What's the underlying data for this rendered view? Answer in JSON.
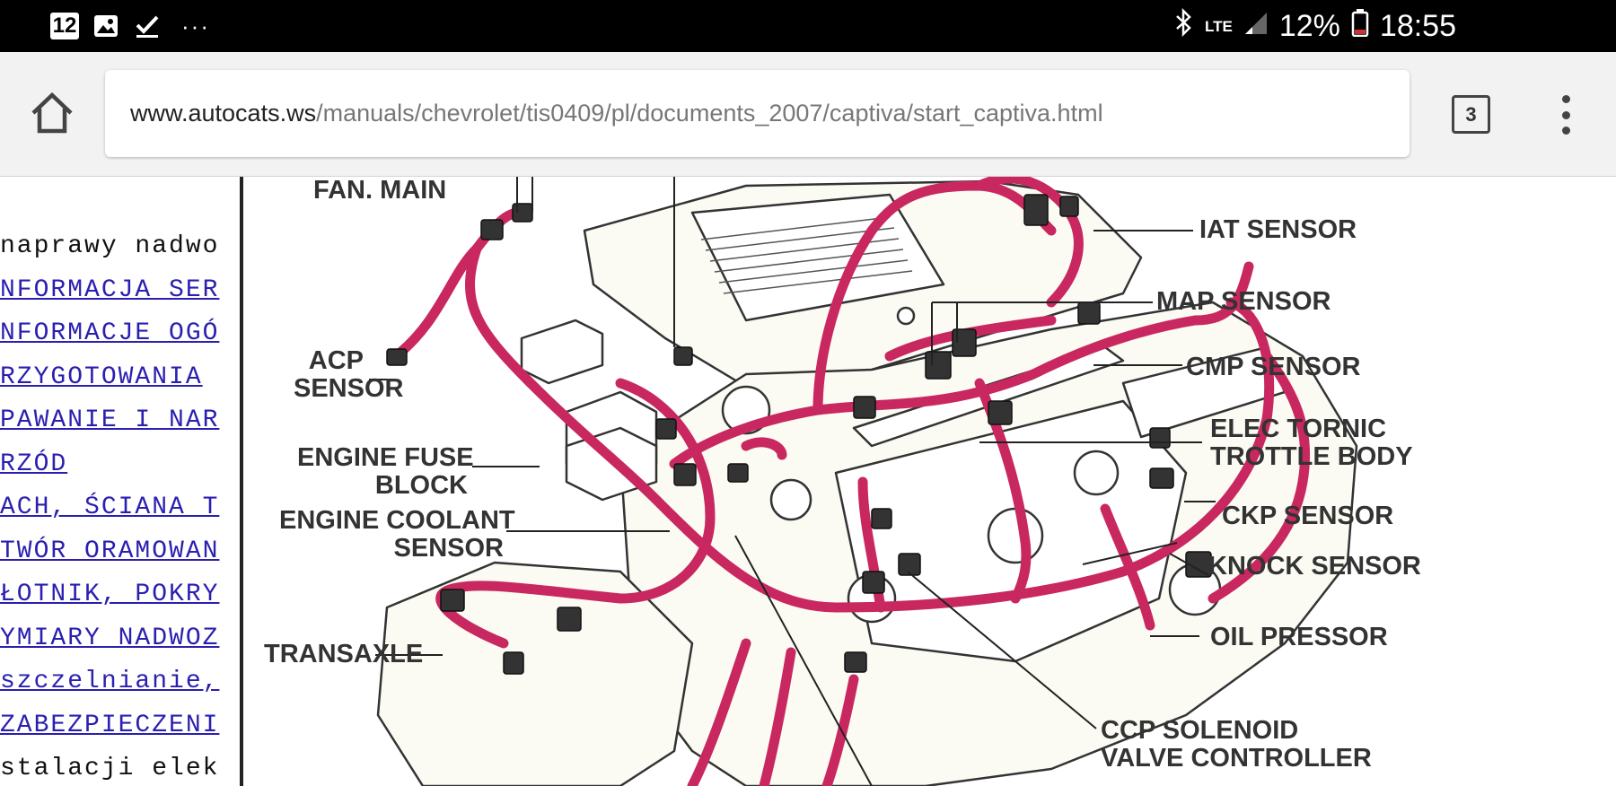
{
  "status_bar": {
    "notification_badge": "12",
    "more_indicator": "···",
    "network": "LTE",
    "battery": "12%",
    "time": "18:55",
    "icons": [
      "gallery-icon",
      "download-check-icon",
      "bluetooth-icon",
      "signal-icon",
      "battery-icon"
    ]
  },
  "browser": {
    "url_host": "www.autocats.ws",
    "url_path": "/manuals/chevrolet/tis0409/pl/documents_2007/captiva/start_captiva.html",
    "tab_count": "3",
    "icons": [
      "home-icon",
      "overflow-menu-icon"
    ]
  },
  "left_nav": {
    "items": [
      {
        "label": "naprawy nadwo",
        "link": false
      },
      {
        "label": "NFORMACJA SER",
        "link": true
      },
      {
        "label": "NFORMACJE OGÓ",
        "link": true
      },
      {
        "label": "RZYGOTOWANIA ",
        "link": true
      },
      {
        "label": "PAWANIE I NAR",
        "link": true
      },
      {
        "label": "RZÓD ",
        "link": true
      },
      {
        "label": "ACH, ŚCIANA T",
        "link": true
      },
      {
        "label": "TWÓR ORAMOWAN",
        "link": true
      },
      {
        "label": "ŁOTNIK, POKRY",
        "link": true
      },
      {
        "label": "YMIARY NADWOZ",
        "link": true
      },
      {
        "label": "szczelnianie,",
        "link": true
      },
      {
        "label": "ZABEZPIECZENI",
        "link": true
      },
      {
        "label": "stalacji elek",
        "link": false
      }
    ]
  },
  "diagram": {
    "labels": {
      "fan_main": "FAN. MAIN",
      "acp_sensor_1": "ACP",
      "acp_sensor_2": "SENSOR",
      "engine_fuse_block_1": "ENGINE FUSE",
      "engine_fuse_block_2": "BLOCK",
      "engine_coolant_sensor_1": "ENGINE COOLANT",
      "engine_coolant_sensor_2": "SENSOR",
      "transaxle": "TRANSAXLE",
      "iat_sensor": "IAT SENSOR",
      "map_sensor": "MAP SENSOR",
      "cmp_sensor": "CMP SENSOR",
      "elec_tornic_1": "ELEC TORNIC",
      "elec_tornic_2": "TROTTLE BODY",
      "ckp_sensor": "CKP SENSOR",
      "knock_sensor": "KNOCK SENSOR",
      "oil_pressor": "OIL PRESSOR",
      "ccp_solenoid_1": "CCP SOLENOID",
      "ccp_solenoid_2": "VALVE CONTROLLER"
    },
    "harness_color": "#c8285f"
  }
}
